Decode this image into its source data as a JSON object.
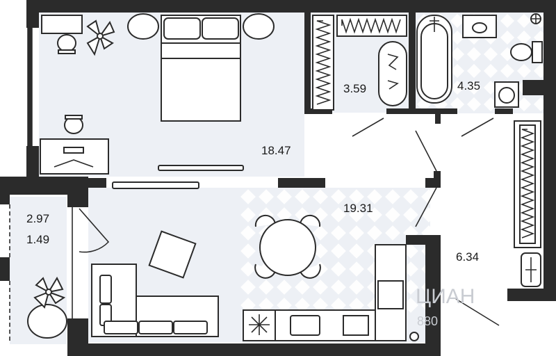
{
  "plan": {
    "rooms": [
      {
        "id": "bedroom",
        "area": "18.47"
      },
      {
        "id": "living-kitchen",
        "area": "19.31"
      },
      {
        "id": "wardrobe",
        "area": "3.59"
      },
      {
        "id": "bathroom",
        "area": "4.35"
      },
      {
        "id": "hallway",
        "area": "6.34"
      },
      {
        "id": "balcony-total",
        "area": "2.97"
      },
      {
        "id": "balcony-reduced",
        "area": "1.49"
      }
    ],
    "watermark": {
      "brand": "ЦИАН",
      "number": "880"
    }
  },
  "colors": {
    "wall": "#2b2b2b",
    "floor": "#edf0f5",
    "tile": "#ffffff"
  }
}
